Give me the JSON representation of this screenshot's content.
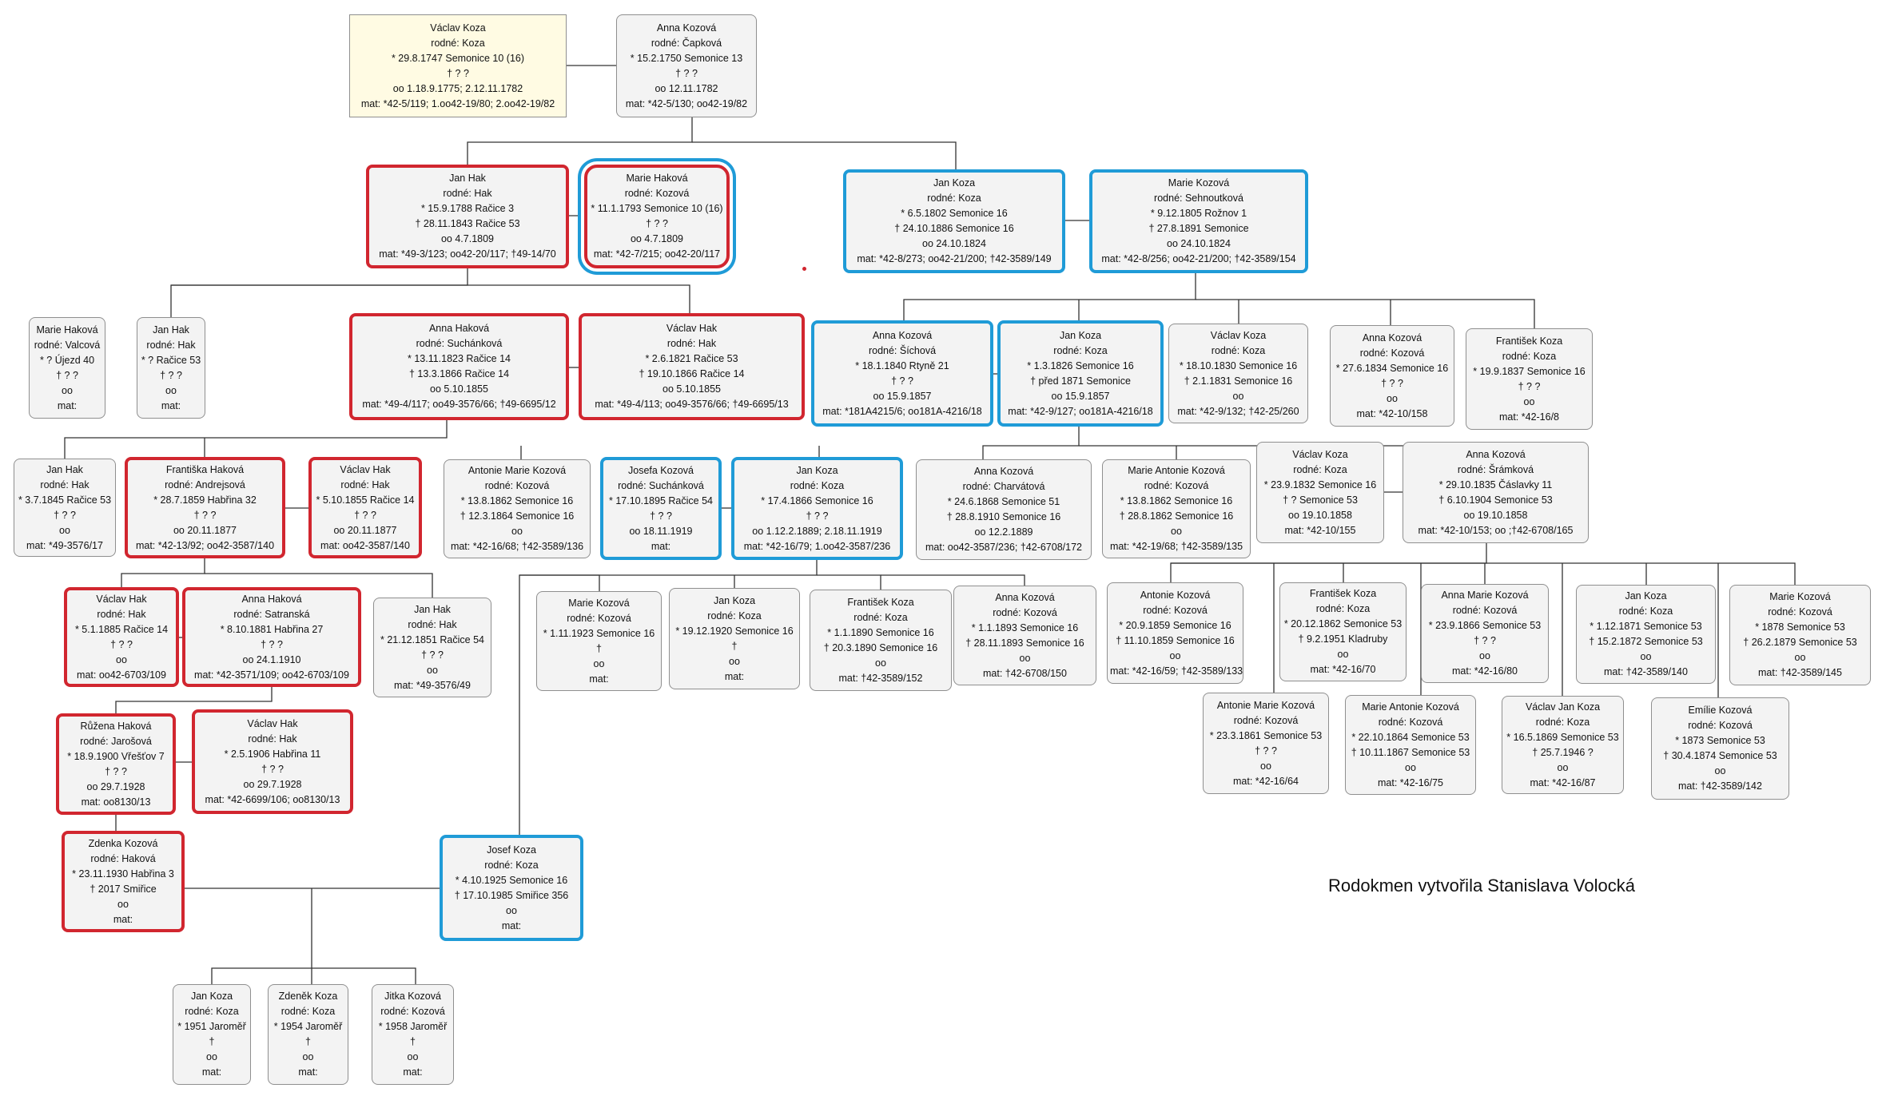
{
  "credit": "Rodokmen vytvořila  Stanislava Volocká",
  "colors": {
    "red_border": "#d1262f",
    "blue_border": "#1f9bd7",
    "root_bg": "#fffbe3",
    "box_bg": "#f3f3f3"
  },
  "people": [
    {
      "id": "vaclav-koza-1747",
      "lines": [
        "Václav Koza",
        "rodné: Koza",
        "* 29.8.1747 Semonice 10 (16)",
        "† ? ?",
        "oo 1.18.9.1775; 2.12.11.1782",
        "mat: *42-5/119; 1.oo42-19/80; 2.oo42-19/82"
      ]
    },
    {
      "id": "anna-kozova-1750",
      "lines": [
        "Anna Kozová",
        "rodné: Čapková",
        "* 15.2.1750 Semonice 13",
        "† ? ?",
        "oo 12.11.1782",
        "mat: *42-5/130; oo42-19/82"
      ]
    },
    {
      "id": "jan-hak-1788",
      "lines": [
        "Jan Hak",
        "rodné: Hak",
        "* 15.9.1788 Račice 3",
        "† 28.11.1843 Račice 53",
        "oo 4.7.1809",
        "mat: *49-3/123; oo42-20/117; †49-14/70"
      ]
    },
    {
      "id": "marie-hakova-1793",
      "lines": [
        "Marie Haková",
        "rodné: Kozová",
        "* 11.1.1793 Semonice 10 (16)",
        "† ? ?",
        "oo 4.7.1809",
        "mat: *42-7/215; oo42-20/117"
      ]
    },
    {
      "id": "jan-koza-1802",
      "lines": [
        "Jan Koza",
        "rodné: Koza",
        "* 6.5.1802 Semonice 16",
        "† 24.10.1886 Semonice 16",
        "oo 24.10.1824",
        "mat: *42-8/273; oo42-21/200; †42-3589/149"
      ]
    },
    {
      "id": "marie-kozova-1805",
      "lines": [
        "Marie Kozová",
        "rodné: Sehnoutková",
        "* 9.12.1805 Rožnov 1",
        "† 27.8.1891 Semonice",
        "oo 24.10.1824",
        "mat: *42-8/256; oo42-21/200; †42-3589/154"
      ]
    },
    {
      "id": "marie-hakova-ujezd",
      "lines": [
        "Marie Haková",
        "rodné: Valcová",
        "* ? Újezd 40",
        "† ? ?",
        "oo",
        "mat:"
      ]
    },
    {
      "id": "jan-hak-racice53",
      "lines": [
        "Jan Hak",
        "rodné: Hak",
        "* ? Račice 53",
        "† ? ?",
        "oo",
        "mat:"
      ]
    },
    {
      "id": "anna-hakova-1823",
      "lines": [
        "Anna Haková",
        "rodné: Suchánková",
        "* 13.11.1823 Račice 14",
        "† 13.3.1866 Račice 14",
        "oo 5.10.1855",
        "mat: *49-4/117; oo49-3576/66; †49-6695/12"
      ]
    },
    {
      "id": "vaclav-hak-1821",
      "lines": [
        "Václav Hak",
        "rodné: Hak",
        "* 2.6.1821 Račice 53",
        "† 19.10.1866 Račice 14",
        "oo 5.10.1855",
        "mat: *49-4/113; oo49-3576/66; †49-6695/13"
      ]
    },
    {
      "id": "anna-kozova-1840",
      "lines": [
        "Anna Kozová",
        "rodné: Šíchová",
        "* 18.1.1840 Rtyně 21",
        "† ? ?",
        "oo 15.9.1857",
        "mat: *181A4215/6; oo181A-4216/18"
      ]
    },
    {
      "id": "jan-koza-1826",
      "lines": [
        "Jan Koza",
        "rodné: Koza",
        "* 1.3.1826 Semonice 16",
        "† před 1871 Semonice",
        "oo 15.9.1857",
        "mat: *42-9/127; oo181A-4216/18"
      ]
    },
    {
      "id": "vaclav-koza-1830",
      "lines": [
        "Václav Koza",
        "rodné: Koza",
        "* 18.10.1830 Semonice 16",
        "† 2.1.1831 Semonice 16",
        "oo",
        "mat: *42-9/132; †42-25/260"
      ]
    },
    {
      "id": "anna-kozova-1834",
      "lines": [
        "Anna Kozová",
        "rodné: Kozová",
        "* 27.6.1834 Semonice 16",
        "† ? ?",
        "oo",
        "mat: *42-10/158"
      ]
    },
    {
      "id": "frantisek-koza-1837",
      "lines": [
        "František Koza",
        "rodné: Koza",
        "* 19.9.1837 Semonice 16",
        "† ? ?",
        "oo",
        "mat: *42-16/8"
      ]
    },
    {
      "id": "vaclav-koza-1832",
      "lines": [
        "Václav Koza",
        "rodné: Koza",
        "* 23.9.1832 Semonice 16",
        "† ? Semonice 53",
        "oo 19.10.1858",
        "mat: *42-10/155"
      ]
    },
    {
      "id": "anna-kozova-1835",
      "lines": [
        "Anna Kozová",
        "rodné: Šrámková",
        "* 29.10.1835 Čáslavky 11",
        "† 6.10.1904 Semonice 53",
        "oo 19.10.1858",
        "mat: *42-10/153; oo     ;†42-6708/165"
      ]
    },
    {
      "id": "jan-hak-1845",
      "lines": [
        "Jan Hak",
        "rodné: Hak",
        "* 3.7.1845 Račice 53",
        "† ? ?",
        "oo",
        "mat: *49-3576/17"
      ]
    },
    {
      "id": "frantiska-hakova-1859",
      "lines": [
        "Františka Haková",
        "rodné: Andrejsová",
        "* 28.7.1859 Habřina 32",
        "† ? ?",
        "oo 20.11.1877",
        "mat: *42-13/92; oo42-3587/140"
      ]
    },
    {
      "id": "vaclav-hak-1855",
      "lines": [
        "Václav Hak",
        "rodné: Hak",
        "* 5.10.1855 Račice 14",
        "† ? ?",
        "oo 20.11.1877",
        "mat: oo42-3587/140"
      ]
    },
    {
      "id": "antonie-marie-kozova-1862",
      "lines": [
        "Antonie Marie Kozová",
        "rodné: Kozová",
        "* 13.8.1862 Semonice 16",
        "† 12.3.1864 Semonice 16",
        "oo",
        "mat: *42-16/68; †42-3589/136"
      ]
    },
    {
      "id": "josefa-kozova-1895",
      "lines": [
        "Josefa Kozová",
        "rodné: Suchánková",
        "* 17.10.1895 Račice 54",
        "† ? ?",
        "oo 18.11.1919",
        "mat:"
      ]
    },
    {
      "id": "jan-koza-1866",
      "lines": [
        "Jan Koza",
        "rodné: Koza",
        "* 17.4.1866 Semonice 16",
        "† ? ?",
        "oo 1.12.2.1889; 2.18.11.1919",
        "mat: *42-16/79; 1.oo42-3587/236"
      ]
    },
    {
      "id": "anna-kozova-1868",
      "lines": [
        "Anna Kozová",
        "rodné: Charvátová",
        "* 24.6.1868 Semonice 51",
        "† 28.8.1910 Semonice 16",
        "oo 12.2.1889",
        "mat: oo42-3587/236; †42-6708/172"
      ]
    },
    {
      "id": "marie-antonie-kozova-1862",
      "lines": [
        "Marie Antonie Kozová",
        "rodné: Kozová",
        "* 13.8.1862 Semonice 16",
        "† 28.8.1862 Semonice 16",
        "oo",
        "mat: *42-19/68; †42-3589/135"
      ]
    },
    {
      "id": "vaclav-hak-1885",
      "lines": [
        "Václav Hak",
        "rodné: Hak",
        "* 5.1.1885 Račice 14",
        "† ? ?",
        "oo",
        "mat: oo42-6703/109"
      ]
    },
    {
      "id": "anna-hakova-1881",
      "lines": [
        "Anna Haková",
        "rodné: Satranská",
        "* 8.10.1881 Habřina 27",
        "† ? ?",
        "oo 24.1.1910",
        "mat: *42-3571/109; oo42-6703/109"
      ]
    },
    {
      "id": "jan-hak-1851",
      "lines": [
        "Jan Hak",
        "rodné: Hak",
        "* 21.12.1851 Račice 54",
        "† ? ?",
        "oo",
        "mat: *49-3576/49"
      ]
    },
    {
      "id": "marie-kozova-1923",
      "lines": [
        "Marie Kozová",
        "rodné: Kozová",
        "* 1.11.1923 Semonice 16",
        "†",
        "oo",
        "mat:"
      ]
    },
    {
      "id": "jan-koza-1920",
      "lines": [
        "Jan Koza",
        "rodné: Koza",
        "* 19.12.1920 Semonice 16",
        "†",
        "oo",
        "mat:"
      ]
    },
    {
      "id": "frantisek-koza-1890",
      "lines": [
        "František Koza",
        "rodné: Koza",
        "* 1.1.1890 Semonice 16",
        "† 20.3.1890 Semonice 16",
        "oo",
        "mat: †42-3589/152"
      ]
    },
    {
      "id": "anna-kozova-1893",
      "lines": [
        "Anna Kozová",
        "rodné: Kozová",
        "* 1.1.1893 Semonice 16",
        "† 28.11.1893 Semonice 16",
        "oo",
        "mat: †42-6708/150"
      ]
    },
    {
      "id": "antonie-kozova-1859",
      "lines": [
        "Antonie Kozová",
        "rodné: Kozová",
        "* 20.9.1859 Semonice 16",
        "† 11.10.1859 Semonice 16",
        "oo",
        "mat: *42-16/59; †42-3589/133"
      ]
    },
    {
      "id": "frantisek-koza-1862",
      "lines": [
        "František Koza",
        "rodné: Koza",
        "* 20.12.1862 Semonice 53",
        "† 9.2.1951 Kladruby",
        "oo",
        "mat: *42-16/70"
      ]
    },
    {
      "id": "anna-marie-kozova-1866",
      "lines": [
        "Anna Marie Kozová",
        "rodné: Kozová",
        "* 23.9.1866 Semonice 53",
        "† ? ?",
        "oo",
        "mat: *42-16/80"
      ]
    },
    {
      "id": "jan-koza-1871",
      "lines": [
        "Jan Koza",
        "rodné: Koza",
        "* 1.12.1871 Semonice 53",
        "† 15.2.1872 Semonice 53",
        "oo",
        "mat: †42-3589/140"
      ]
    },
    {
      "id": "marie-kozova-1878",
      "lines": [
        "Marie Kozová",
        "rodné: Kozová",
        "* 1878 Semonice 53",
        "† 26.2.1879 Semonice 53",
        "oo",
        "mat: †42-3589/145"
      ]
    },
    {
      "id": "ruzena-hakova-1900",
      "lines": [
        "Růžena Haková",
        "rodné: Jarošová",
        "* 18.9.1900 Vřešťov 7",
        "† ? ?",
        "oo 29.7.1928",
        "mat: oo8130/13"
      ]
    },
    {
      "id": "vaclav-hak-1906",
      "lines": [
        "Václav Hak",
        "rodné: Hak",
        "* 2.5.1906 Habřina 11",
        "† ? ?",
        "oo 29.7.1928",
        "mat: *42-6699/106; oo8130/13"
      ]
    },
    {
      "id": "antonie-marie-kozova-1861",
      "lines": [
        "Antonie Marie Kozová",
        "rodné: Kozová",
        "* 23.3.1861 Semonice 53",
        "† ? ?",
        "oo",
        "mat: *42-16/64"
      ]
    },
    {
      "id": "marie-antonie-kozova-1864",
      "lines": [
        "Marie Antonie Kozová",
        "rodné: Kozová",
        "* 22.10.1864 Semonice 53",
        "† 10.11.1867 Semonice 53",
        "oo",
        "mat: *42-16/75"
      ]
    },
    {
      "id": "vaclav-jan-koza-1869",
      "lines": [
        "Václav Jan Koza",
        "rodné: Koza",
        "* 16.5.1869 Semonice 53",
        "† 25.7.1946 ?",
        "oo",
        "mat: *42-16/87"
      ]
    },
    {
      "id": "emilie-kozova-1873",
      "lines": [
        "Emílie Kozová",
        "rodné: Kozová",
        "* 1873 Semonice 53",
        "† 30.4.1874 Semonice 53",
        "oo",
        "mat: †42-3589/142"
      ]
    },
    {
      "id": "zdenka-kozova-1930",
      "lines": [
        "Zdenka Kozová",
        "rodné: Haková",
        "* 23.11.1930 Habřina 3",
        "† 2017 Smiřice",
        "oo",
        "mat:"
      ]
    },
    {
      "id": "josef-koza-1925",
      "lines": [
        "Josef Koza",
        "rodné: Koza",
        "* 4.10.1925 Semonice 16",
        "† 17.10.1985 Smiřice 356",
        "oo",
        "mat:"
      ]
    },
    {
      "id": "jan-koza-1951",
      "lines": [
        "Jan Koza",
        "rodné: Koza",
        "* 1951 Jaroměř",
        "†",
        "oo",
        "mat:"
      ]
    },
    {
      "id": "zdenek-koza-1954",
      "lines": [
        "Zdeněk Koza",
        "rodné: Koza",
        "* 1954 Jaroměř",
        "†",
        "oo",
        "mat:"
      ]
    },
    {
      "id": "jitka-kozova-1958",
      "lines": [
        "Jitka Kozová",
        "rodné: Kozová",
        "* 1958 Jaroměř",
        "†",
        "oo",
        "mat:"
      ]
    }
  ]
}
